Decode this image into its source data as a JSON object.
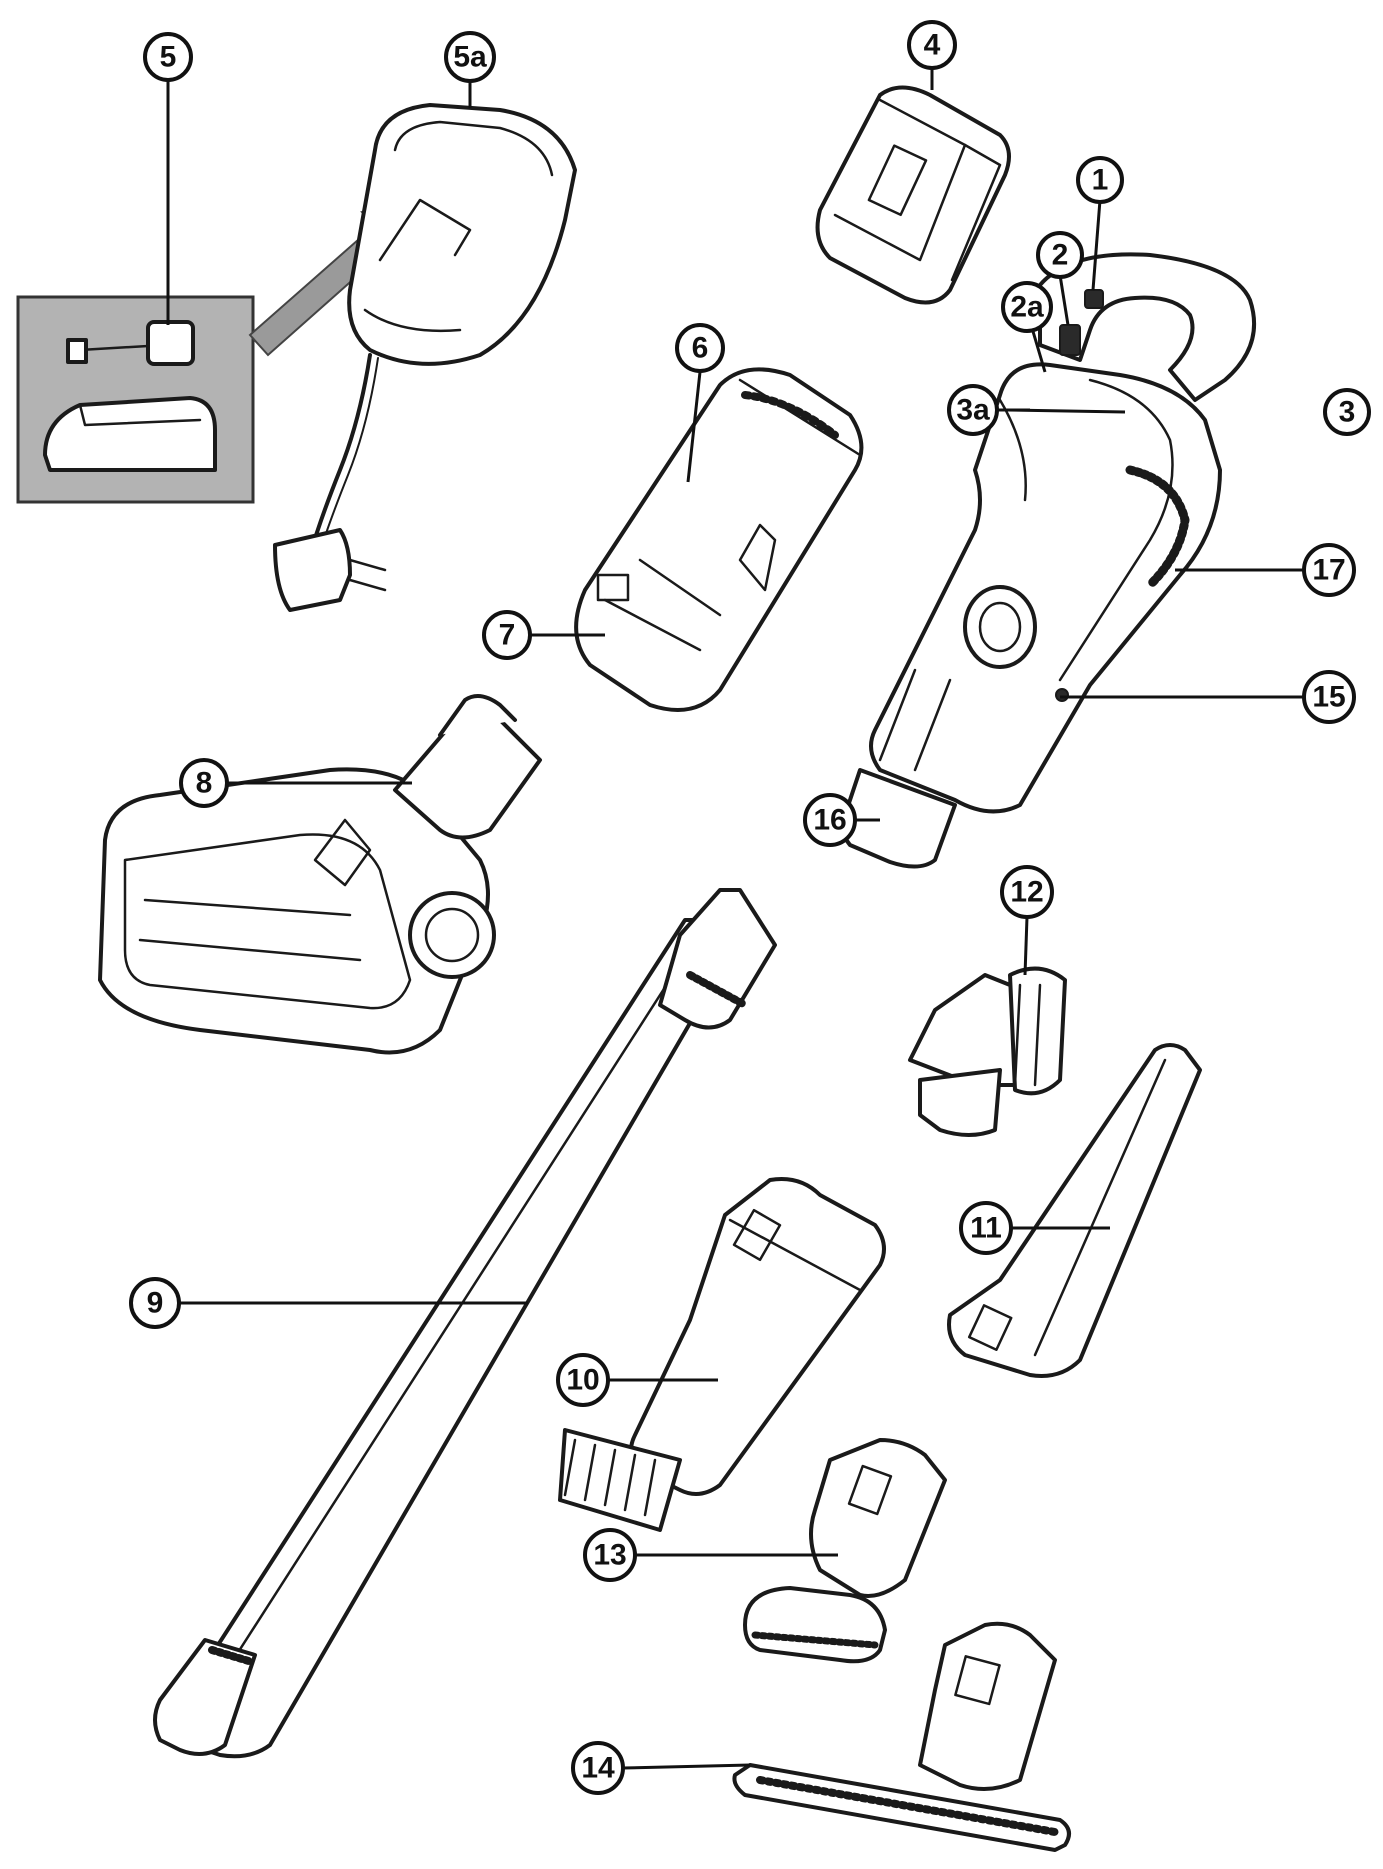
{
  "callouts": {
    "c1": "1",
    "c2": "2",
    "c2a": "2a",
    "c3": "3",
    "c3a": "3a",
    "c4": "4",
    "c5": "5",
    "c5a": "5a",
    "c6": "6",
    "c7": "7",
    "c8": "8",
    "c9": "9",
    "c10": "10",
    "c11": "11",
    "c12": "12",
    "c13": "13",
    "c14": "14",
    "c15": "15",
    "c16": "16",
    "c17": "17"
  },
  "colors": {
    "line": "#1a1a1a",
    "inset_background": "#b3b3b3",
    "arrow": "#9a9a9a"
  }
}
